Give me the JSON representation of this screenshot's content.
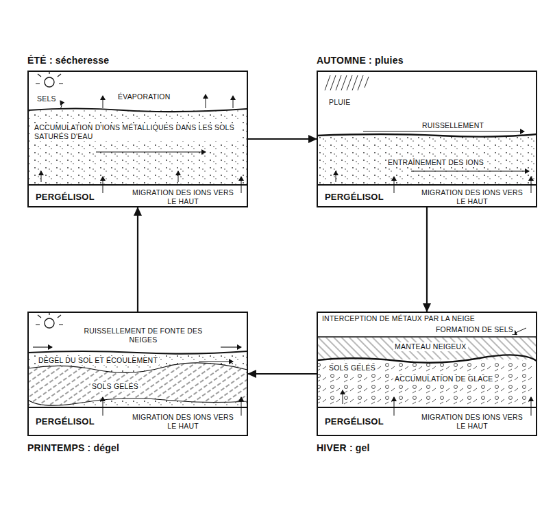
{
  "diagram": {
    "nodes": [
      {
        "text": [
          "ÉTÉ : sécheresse",
          "SELS",
          "ÉVAPORATION",
          "ACCUMULATION D'IONS MÉTALLIQUES DANS LES SOLS SATURÉS D'EAU",
          "PERGÉLISOL",
          "MIGRATION DES IONS VERS LE HAUT"
        ]
      },
      {
        "text": [
          "AUTOMNE : pluies",
          "PLUIE",
          "RUISSELLEMENT",
          "ENTRAÎNEMENT DES IONS",
          "PERGÉLISOL",
          "MIGRATION DES IONS VERS LE HAUT"
        ]
      },
      {
        "text": [
          "PRINTEMPS : dégel",
          "RUISSELLEMENT DE FONTE DES NEIGES",
          "DÉGEL DU SOL ET ÉCOULEMENT",
          "SOLS GELÉS",
          "PERGÉLISOL",
          "MIGRATION DES IONS VERS LE HAUT"
        ]
      },
      {
        "text": [
          "HIVER : gel",
          "INTERCEPTION DE MÉTAUX PAR LA NEIGE",
          "FORMATION DE SELS",
          "MANTEAU NEIGEUX",
          "SOLS GELÉS",
          "ACCUMULATION DE GLACE",
          "PERGÉLISOL",
          "MIGRATION DES IONS VERS LE HAUT"
        ]
      }
    ],
    "edges": [
      {
        "from": 0,
        "to": 1,
        "arrow": "to"
      },
      {
        "from": 1,
        "to": 3,
        "arrow": "to"
      },
      {
        "from": 3,
        "to": 2,
        "arrow": "to"
      },
      {
        "from": 2,
        "to": 0,
        "arrow": "to"
      }
    ]
  }
}
